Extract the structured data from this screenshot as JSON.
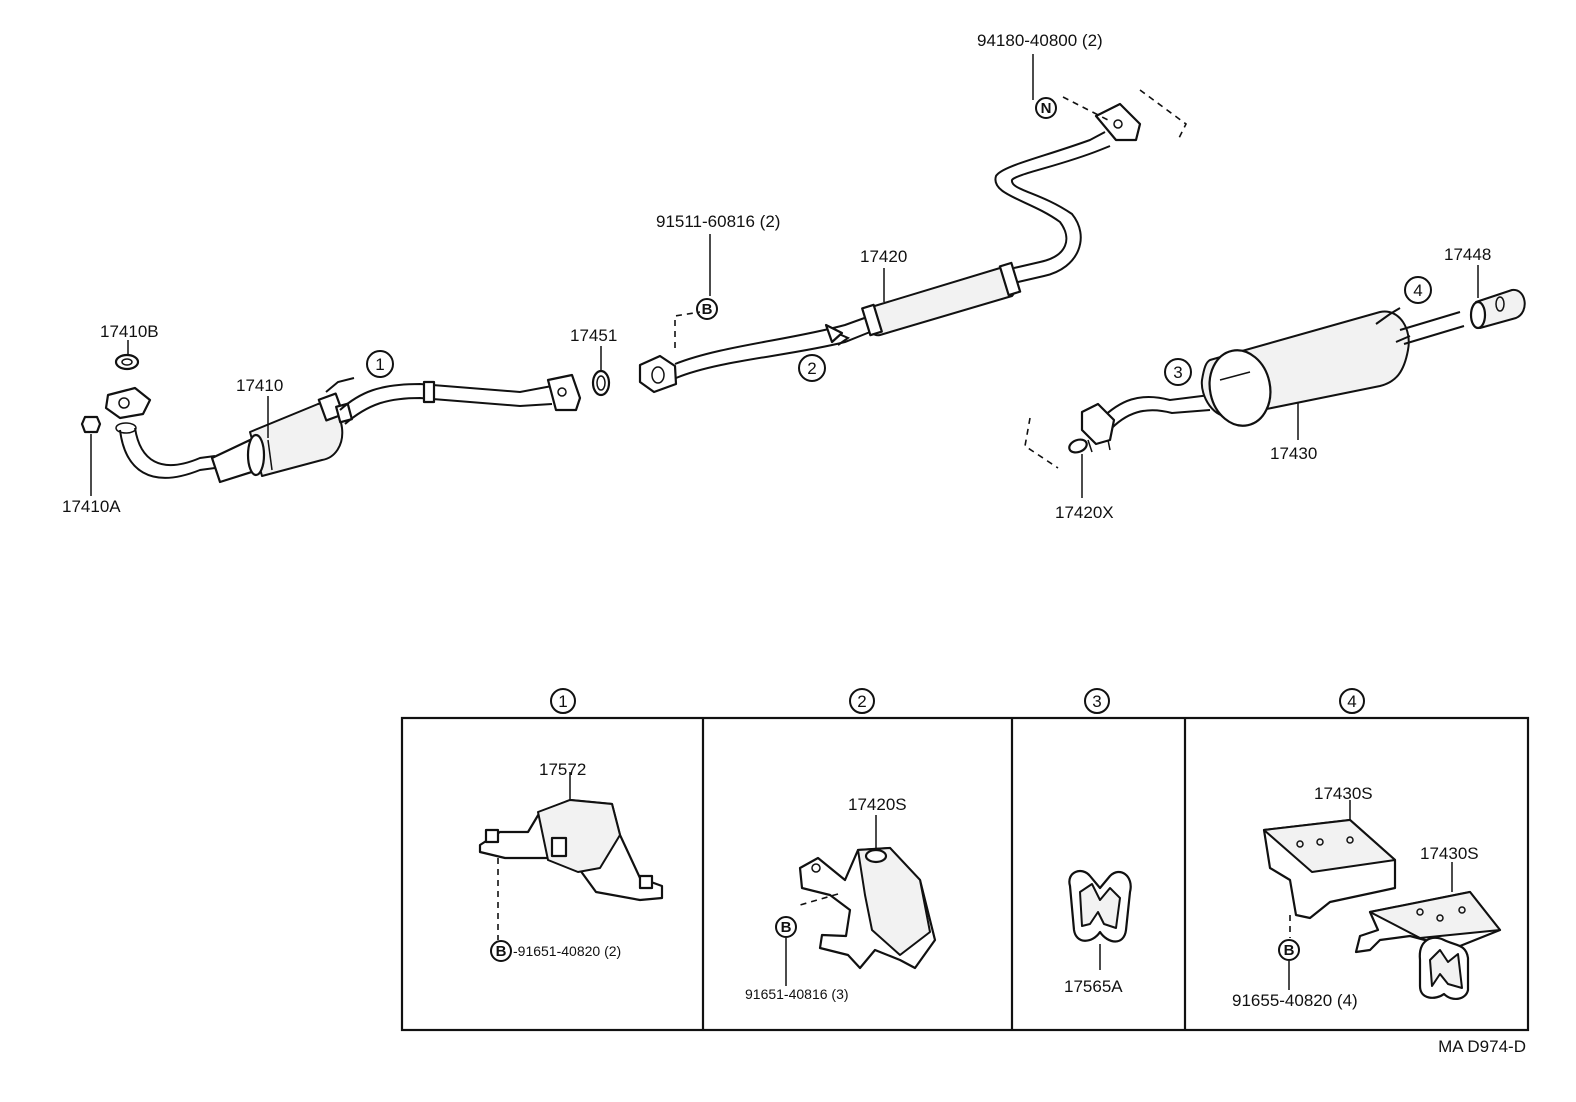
{
  "diagram": {
    "labels": {
      "p94180": "94180-40800 (2)",
      "p91511": "91511-60816 (2)",
      "p17420": "17420",
      "p17448": "17448",
      "p17410B": "17410B",
      "p17410": "17410",
      "p17451": "17451",
      "p17410A": "17410A",
      "p17430": "17430",
      "p17420X": "17420X",
      "p17572": "17572",
      "p91651a": "-91651-40820 (2)",
      "p17420S": "17420S",
      "p91651b": "91651-40816 (3)",
      "p17565A": "17565A",
      "p17430S_a": "17430S",
      "p17430S_b": "17430S",
      "p91655": "91655-40820 (4)",
      "code": "MA D974-D"
    },
    "callouts": {
      "c1": "1",
      "c2": "2",
      "c3": "3",
      "c4": "4"
    },
    "refs": {
      "N": "N",
      "B": "B"
    }
  }
}
